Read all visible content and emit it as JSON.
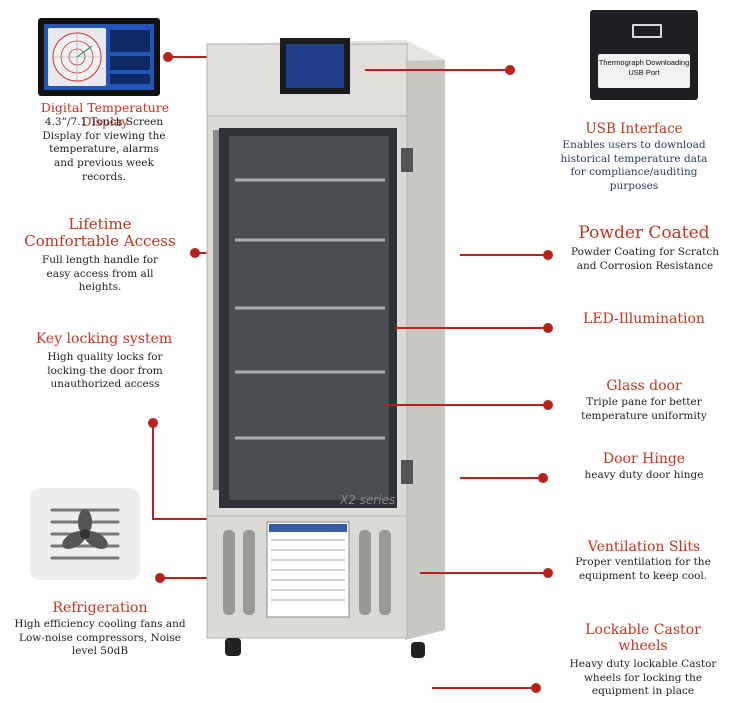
{
  "callouts": {
    "digital_display": {
      "title": "Digital Temperature Display",
      "desc": "4.3”/7.1 Touch Screen Display for  viewing the temperature, alarms  and previous week records."
    },
    "usb": {
      "title": "USB Interface",
      "desc": "Enables users to download historical temperature data for compliance/auditing purposes",
      "inset_text": "Thermograph Downloading USB Port"
    },
    "lifetime_access": {
      "title": "Lifetime Comfortable Access",
      "desc": "Full length handle for easy access  from all heights."
    },
    "powder_coated": {
      "title": "Powder Coated",
      "desc": "Powder Coating for Scratch and Corrosion Resistance"
    },
    "led": {
      "title": "LED-Illumination"
    },
    "key_locking": {
      "title": "Key locking system",
      "desc": "High quality locks for locking the  door from unauthorized access"
    },
    "glass_door": {
      "title": "Glass door",
      "desc": "Triple pane for better temperature uniformity"
    },
    "door_hinge": {
      "title": "Door  Hinge",
      "desc": "heavy duty door hinge"
    },
    "ventilation": {
      "title": "Ventilation Slits",
      "desc": "Proper ventilation for the equipment to keep cool."
    },
    "refrigeration": {
      "title": "Refrigeration",
      "desc": "High efficiency cooling fans and Low-noise compressors, Noise level 50dB"
    },
    "castor": {
      "title": "Lockable Castor wheels",
      "desc": "Heavy duty lockable Castor wheels  for locking the equipment in place"
    }
  },
  "product": {
    "series_label": "X2 series"
  },
  "colors": {
    "accent_red": "#c8321e",
    "cabinet": "#dcdad6",
    "screen_bg": "#1f3f8a"
  }
}
